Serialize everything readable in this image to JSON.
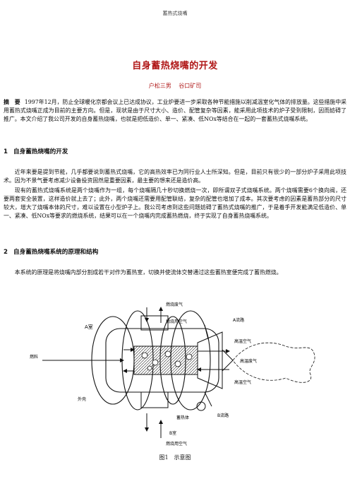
{
  "header": "蓄热式烧嘴",
  "title": "自身蓄热烧嘴的开发",
  "authors": [
    "户松三男",
    "谷口矿司"
  ],
  "abstract": {
    "label": "摘　要",
    "text": "1997年12月，防止全球暖化京都会议上已达成协议，工业炉要进一步采取各种节能措施以削减温室化气体的排放量。这些措施中采用蓄热式烧嘴正成为目前的主要方向。但是，现状是由于尺寸大小、造价、配管复杂等因素，能采用此项技术的炉子受到限制，因而妨碍了推广。本文介绍了我公司开发的自身蓄热烧嘴，也就是把低造价、单一、紧凑、低NOx等结合在一起的一套蓄热式烧嘴系统。"
  },
  "sections": [
    {
      "num": "1",
      "title": "自身蓄热烧嘴的开发",
      "paragraphs": [
        "近年来要是提到节能，几乎都要说到蓄热式烧嘴，它的高热效率已为同行业人士所深知。但是，目前只有很少的一部分炉子采用此项技术。因为不景气要考虑减少设备投资固然是重要因素，最主要的想来还是造价高。",
        "现有的蓄热式烧嘴系统是两个烧嘴作为一组，每个烧嘴隔几十秒切换燃烧一次，即所谓双子式烧嘴系统。两个烧嘴需要6个换向阀，还要两套安全装置，这样造价就上去了；此外，两个烧嘴还需要用配管联结，复杂的配管也增加了成本。其次要考虑的因素是蓄热部分的尺寸较大，增大了烧嘴本体的尺寸，难以设置在小型炉子上。我公司考虑到这些问题妨碍了蓄热式烧嘴的推广，于是着手开发能满足低造价、单一、紧凑、低NOx等要求的燃烧系统，结果可以在一个烧嘴内完成蓄热燃烧，终于实现了自身蓄热烧嘴系统。"
      ]
    },
    {
      "num": "2",
      "title": "自身蓄热烧嘴系统的原理和结构",
      "paragraphs": [
        "本系统的原理是将烧嘴内部分割成若干对作为蓄热室，切换并使流体交替通过这些蓄热室便完成了蓄热燃烧。"
      ]
    }
  ],
  "figure": {
    "labels": {
      "exhaust_gas": "燃烧废气",
      "combustion_air_top": "燃烧用空气",
      "a_flow": "A流路",
      "a_room": "A室",
      "b_room": "B室",
      "fuel": "燃料",
      "outer_case": "外壳",
      "regenerator": "蓄热体",
      "b_flow": "B流路",
      "combustion_air_bottom": "燃烧用空气",
      "hot_air": "高温空气",
      "hot_exhaust": "高温废气",
      "hot_air_2": "高温空气"
    },
    "caption": "图1　示意图"
  }
}
